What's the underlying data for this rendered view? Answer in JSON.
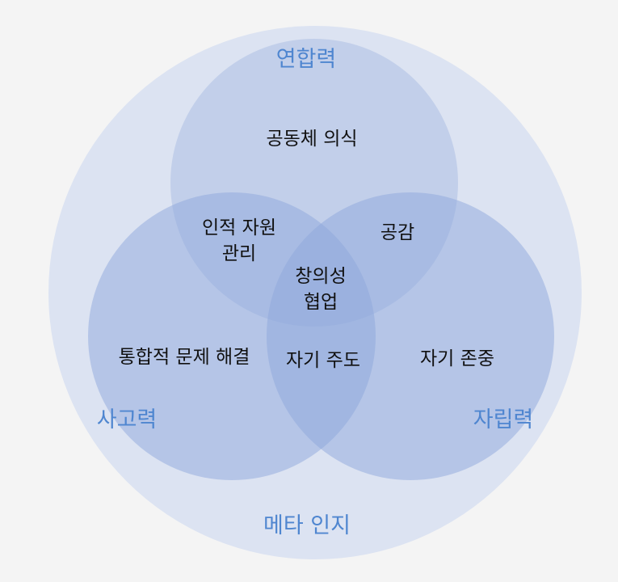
{
  "outer": {
    "label": "메타 인지",
    "fill": "#dce3f2"
  },
  "circles": {
    "top": {
      "label": "연합력",
      "fill": "#a8bbe2"
    },
    "left": {
      "label": "사고력",
      "fill": "#8ea7db"
    },
    "right": {
      "label": "자립력",
      "fill": "#8ea7db"
    }
  },
  "regions": {
    "top_only": "공동체 의식",
    "left_only": "통합적 문제 해결",
    "right_only": "자기 존중",
    "top_left": "인적 자원\n관리",
    "top_right": "공감",
    "left_right": "자기 주도",
    "center": "창의성\n협업"
  },
  "colors": {
    "title": "#4f86d0",
    "text": "#111111",
    "background": "#f4f4f4"
  }
}
